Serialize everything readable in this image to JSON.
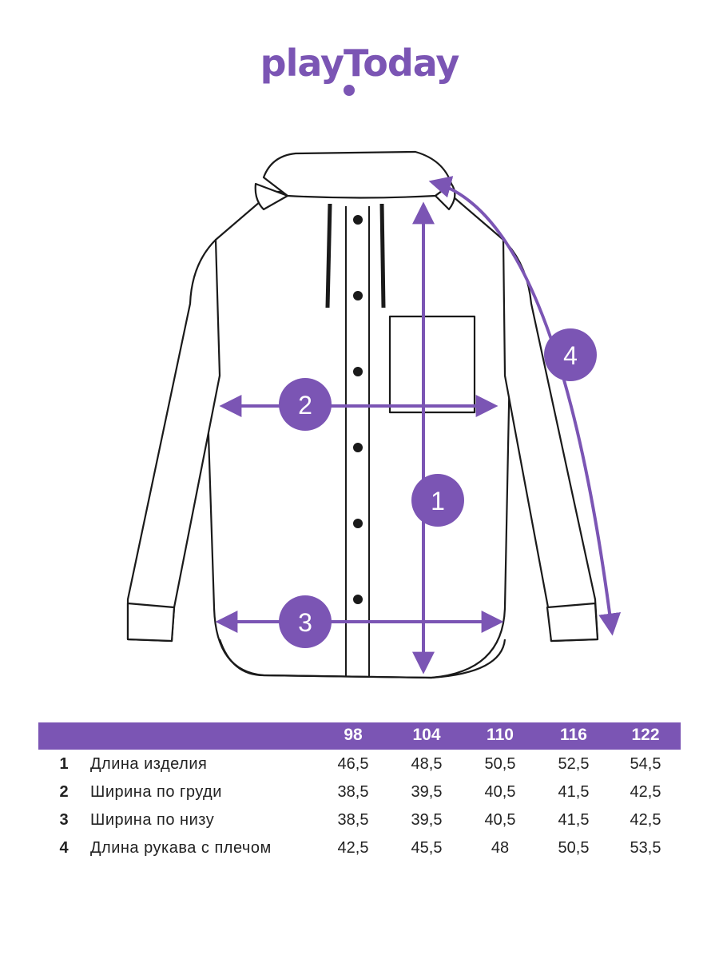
{
  "brand": {
    "logo_text": "playToday",
    "accent_color": "#7b55b4"
  },
  "diagram": {
    "markers": [
      {
        "number": "1",
        "meaning": "Длина изделия"
      },
      {
        "number": "2",
        "meaning": "Ширина по груди"
      },
      {
        "number": "3",
        "meaning": "Ширина по низу"
      },
      {
        "number": "4",
        "meaning": "Длина рукава с плечом"
      }
    ]
  },
  "size_table": {
    "sizes": [
      "98",
      "104",
      "110",
      "116",
      "122"
    ],
    "rows": [
      {
        "num": "1",
        "label": "Длина изделия",
        "values": [
          "46,5",
          "48,5",
          "50,5",
          "52,5",
          "54,5"
        ]
      },
      {
        "num": "2",
        "label": "Ширина по груди",
        "values": [
          "38,5",
          "39,5",
          "40,5",
          "41,5",
          "42,5"
        ]
      },
      {
        "num": "3",
        "label": "Ширина по низу",
        "values": [
          "38,5",
          "39,5",
          "40,5",
          "41,5",
          "42,5"
        ]
      },
      {
        "num": "4",
        "label": "Длина рукава с плечом",
        "values": [
          "42,5",
          "45,5",
          "48",
          "50,5",
          "53,5"
        ]
      }
    ]
  }
}
